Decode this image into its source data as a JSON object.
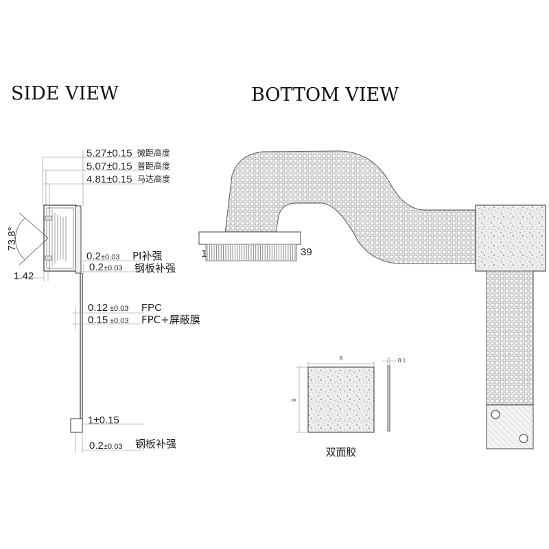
{
  "titles": {
    "side": "SIDE VIEW",
    "bottom": "BOTTOM VIEW"
  },
  "side_dims": {
    "d1_val": "5.27±0.15",
    "d1_cn": "微距高度",
    "d2_val": "5.07±0.15",
    "d2_cn": "普距高度",
    "d3_val": "4.81±0.15",
    "d3_cn": "马达高度",
    "angle": "73.8°",
    "pi_val": "0.2",
    "pi_tol": "±0.03",
    "pi_cn": "PI补强",
    "steel_val": "0.2",
    "steel_tol": "±0.03",
    "steel_cn": "钢板补强",
    "left_dim": "1.42",
    "fpc_val": "0.12",
    "fpc_tol": "±0.03",
    "fpc_cn": "FPC",
    "fpcs_val": "0.15",
    "fpcs_tol": "±0.03",
    "fpcs_cn": "FPC+屏蔽膜",
    "bottom_val": "1±0.15",
    "steel2_val": "0.2",
    "steel2_tol": "±0.03",
    "steel2_cn": "钢板补强"
  },
  "bottom_view": {
    "pin_first": "1",
    "pin_last": "39"
  },
  "adhesive": {
    "width": "8",
    "height": "8",
    "thickness": "0.1",
    "label": "双面胶"
  }
}
